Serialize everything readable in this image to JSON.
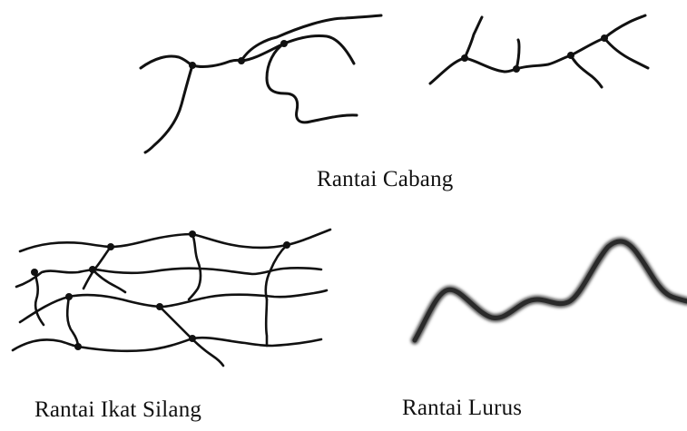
{
  "labels": {
    "branched": "Rantai Cabang",
    "crosslinked": "Rantai Ikat Silang",
    "linear": "Rantai Lurus"
  },
  "colors": {
    "ink": "#111111",
    "linear_ink": "#2a2a2a",
    "background": "#ffffff"
  }
}
